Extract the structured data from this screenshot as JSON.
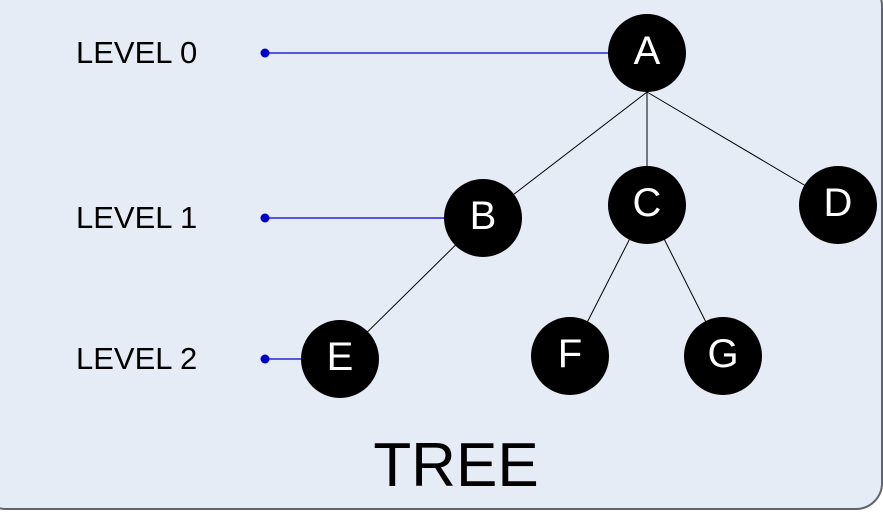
{
  "colors": {
    "background": "#e6ecf6",
    "border": "#5f6470",
    "node_fill": "#000000",
    "node_text": "#ffffff",
    "edge": "#000000",
    "level_marker": "#0000cc"
  },
  "levels": [
    {
      "label": "LEVEL 0"
    },
    {
      "label": "LEVEL 1"
    },
    {
      "label": "LEVEL 2"
    }
  ],
  "nodes": [
    {
      "id": "A"
    },
    {
      "id": "B"
    },
    {
      "id": "C"
    },
    {
      "id": "D"
    },
    {
      "id": "E"
    },
    {
      "id": "F"
    },
    {
      "id": "G"
    }
  ],
  "edges": [
    [
      "A",
      "B"
    ],
    [
      "A",
      "C"
    ],
    [
      "A",
      "D"
    ],
    [
      "B",
      "E"
    ],
    [
      "C",
      "F"
    ],
    [
      "C",
      "G"
    ]
  ],
  "title": "TREE"
}
